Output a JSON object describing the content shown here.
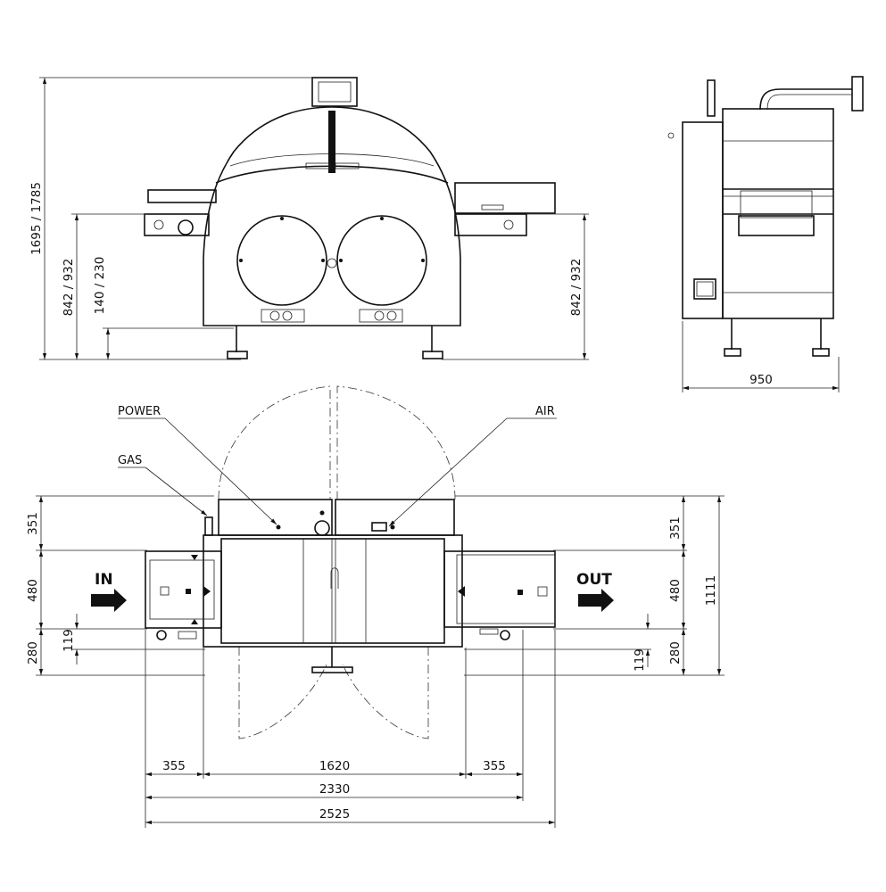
{
  "labels": {
    "power": "POWER",
    "gas": "GAS",
    "air": "AIR",
    "in": "IN",
    "out": "OUT"
  },
  "dimensions": {
    "overall_height": "1695 / 1785",
    "conveyor_height_left": "842 / 932",
    "foot_height": "140 / 230",
    "conveyor_height_right": "842 / 932",
    "side_depth": "950",
    "left_351": "351",
    "left_480": "480",
    "left_280": "280",
    "left_119": "119",
    "right_351": "351",
    "right_480": "480",
    "right_280": "280",
    "right_119": "119",
    "right_1111": "1111",
    "w_355_left": "355",
    "w_1620": "1620",
    "w_355_right": "355",
    "w_2330": "2330",
    "w_2525": "2525"
  }
}
